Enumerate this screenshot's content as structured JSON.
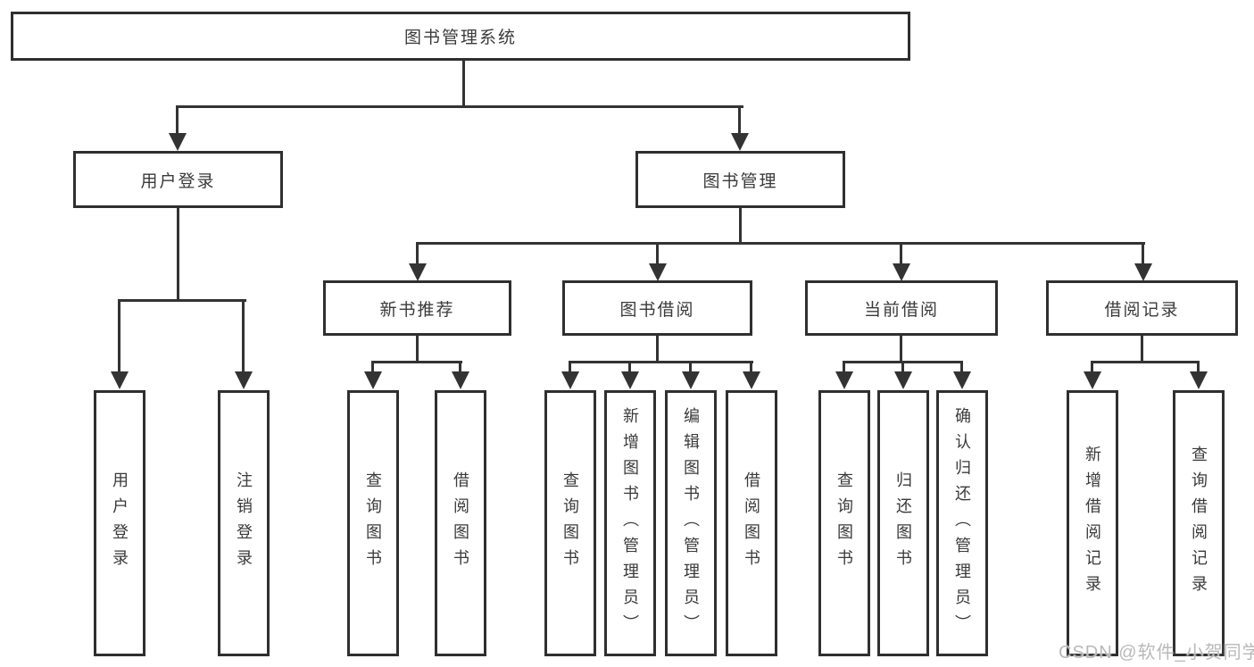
{
  "tree": {
    "root": "图书管理系统",
    "branches": [
      {
        "label": "用户登录",
        "leaves": [
          "用户登录",
          "注销登录"
        ]
      },
      {
        "label": "图书管理",
        "groups": [
          {
            "label": "新书推荐",
            "leaves": [
              "查询图书",
              "借阅图书"
            ]
          },
          {
            "label": "图书借阅",
            "leaves": [
              "查询图书",
              "新增图书（管理员）",
              "编辑图书（管理员）",
              "借阅图书"
            ]
          },
          {
            "label": "当前借阅",
            "leaves": [
              "查询图书",
              "归还图书",
              "确认归还（管理员）"
            ]
          },
          {
            "label": "借阅记录",
            "leaves": [
              "新增借阅记录",
              "查询借阅记录"
            ]
          }
        ]
      }
    ]
  },
  "watermark": {
    "text": "CSDN @软件_小贺同学"
  },
  "colors": {
    "line": "#333333",
    "box_border": "#2f2f2f",
    "text": "#3a3a3a",
    "watermark": "#b9b9b9",
    "background": "#ffffff"
  }
}
